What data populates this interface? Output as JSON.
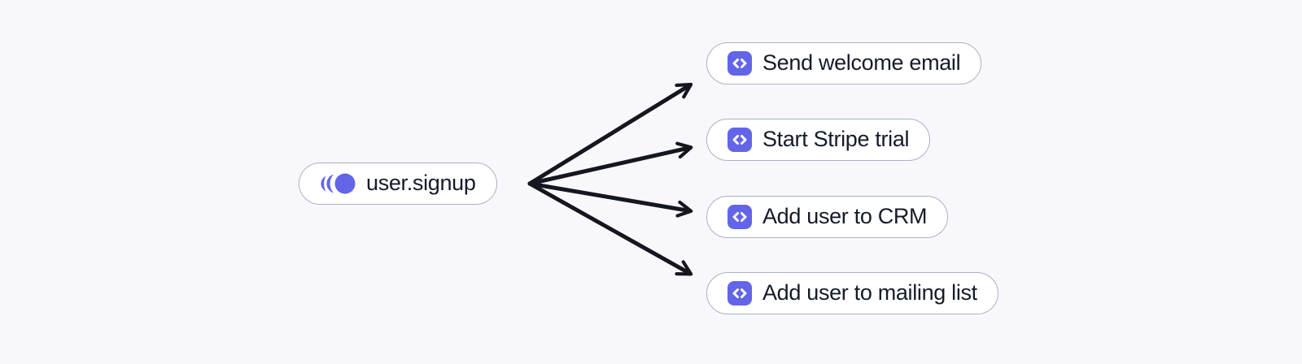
{
  "diagram": {
    "event": {
      "id": "user.signup",
      "label": "user.signup",
      "icon": "event-signal-icon"
    },
    "actions": [
      {
        "id": "send-welcome-email",
        "label": "Send welcome email",
        "icon": "code-icon"
      },
      {
        "id": "start-stripe-trial",
        "label": "Start Stripe trial",
        "icon": "code-icon"
      },
      {
        "id": "add-user-to-crm",
        "label": "Add user to CRM",
        "icon": "code-icon"
      },
      {
        "id": "add-user-to-mailing-list",
        "label": "Add user to mailing list",
        "icon": "code-icon"
      }
    ],
    "edges": [
      {
        "from": "user.signup",
        "to": "send-welcome-email"
      },
      {
        "from": "user.signup",
        "to": "start-stripe-trial"
      },
      {
        "from": "user.signup",
        "to": "add-user-to-crm"
      },
      {
        "from": "user.signup",
        "to": "add-user-to-mailing-list"
      }
    ],
    "colors": {
      "accent": "#6265e8",
      "node_border": "#a8b1c2",
      "node_background": "#ffffff",
      "arrow": "#14171f",
      "text": "#141b29",
      "canvas_background": "#f8f8fc"
    }
  }
}
